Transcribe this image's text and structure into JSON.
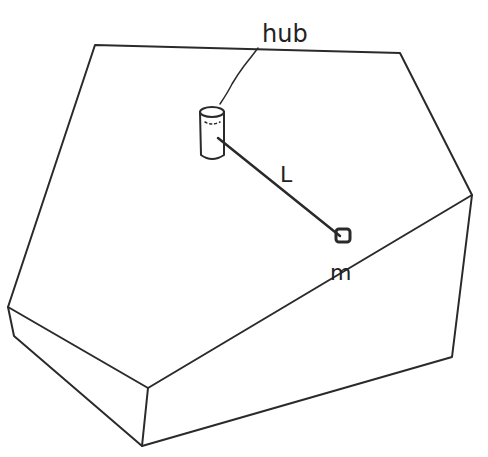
{
  "diagram": {
    "labels": [
      "hub",
      "L",
      "m"
    ]
  }
}
